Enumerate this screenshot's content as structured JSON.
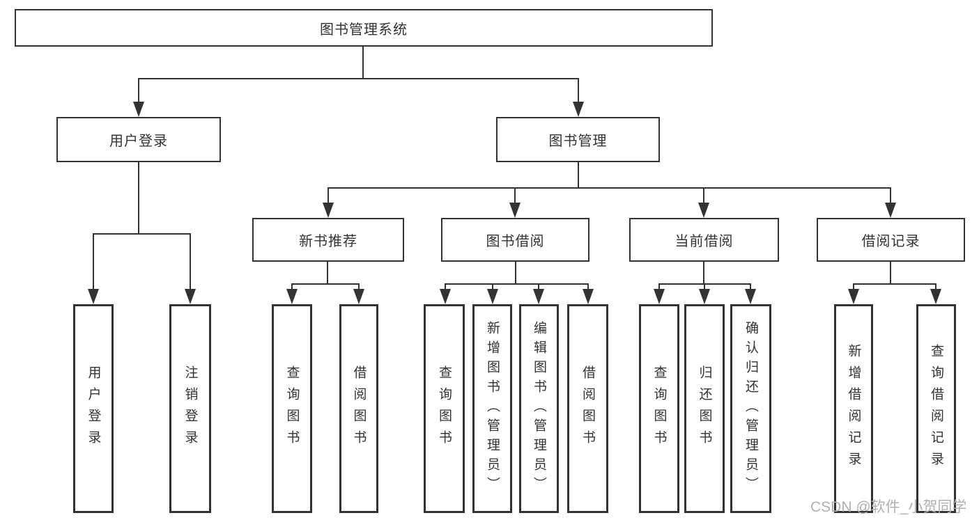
{
  "diagram": {
    "root": {
      "label": "图书管理系统"
    },
    "level1": [
      {
        "label": "用户登录"
      },
      {
        "label": "图书管理"
      }
    ],
    "level2": [
      {
        "label": "新书推荐",
        "parent": "图书管理"
      },
      {
        "label": "图书借阅",
        "parent": "图书管理"
      },
      {
        "label": "当前借阅",
        "parent": "图书管理"
      },
      {
        "label": "借阅记录",
        "parent": "图书管理"
      }
    ],
    "leaves": [
      {
        "label": "用户登录",
        "parent": "用户登录"
      },
      {
        "label": "注销登录",
        "parent": "用户登录"
      },
      {
        "label": "查询图书",
        "parent": "新书推荐"
      },
      {
        "label": "借阅图书",
        "parent": "新书推荐"
      },
      {
        "label": "查询图书",
        "parent": "图书借阅"
      },
      {
        "label": "新增图书（管理员）",
        "parent": "图书借阅"
      },
      {
        "label": "编辑图书（管理员）",
        "parent": "图书借阅"
      },
      {
        "label": "借阅图书",
        "parent": "图书借阅"
      },
      {
        "label": "查询图书",
        "parent": "当前借阅"
      },
      {
        "label": "归还图书",
        "parent": "当前借阅"
      },
      {
        "label": "确认归还（管理员）",
        "parent": "当前借阅"
      },
      {
        "label": "新增借阅记录",
        "parent": "借阅记录"
      },
      {
        "label": "查询借阅记录",
        "parent": "借阅记录"
      }
    ],
    "watermark": "CSDN @软件_小贺同学",
    "colors": {
      "line": "#333333",
      "text": "#333333",
      "box_background": "#ffffff",
      "page_background": "#ffffff",
      "watermark": "#b0b0b0"
    }
  }
}
